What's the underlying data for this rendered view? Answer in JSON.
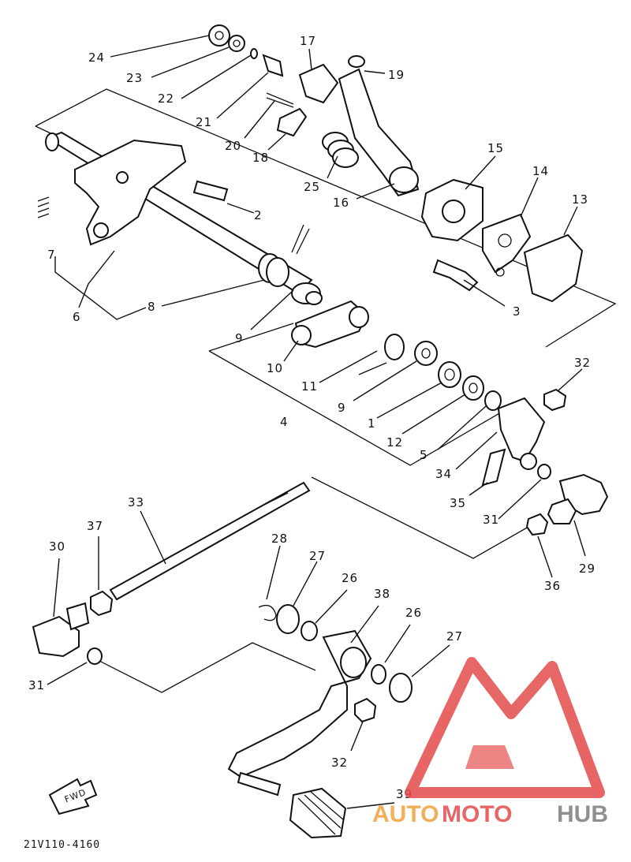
{
  "diagram": {
    "code": "21V110-4160",
    "fwd_label": "FWD",
    "callouts": [
      {
        "id": "c24",
        "text": "24"
      },
      {
        "id": "c23",
        "text": "23"
      },
      {
        "id": "c22",
        "text": "22"
      },
      {
        "id": "c21",
        "text": "21"
      },
      {
        "id": "c20",
        "text": "20"
      },
      {
        "id": "c18",
        "text": "18"
      },
      {
        "id": "c17",
        "text": "17"
      },
      {
        "id": "c19",
        "text": "19"
      },
      {
        "id": "c25",
        "text": "25"
      },
      {
        "id": "c16",
        "text": "16"
      },
      {
        "id": "c15",
        "text": "15"
      },
      {
        "id": "c14",
        "text": "14"
      },
      {
        "id": "c13",
        "text": "13"
      },
      {
        "id": "c2",
        "text": "2"
      },
      {
        "id": "c7",
        "text": "7"
      },
      {
        "id": "c6",
        "text": "6"
      },
      {
        "id": "c8",
        "text": "8"
      },
      {
        "id": "c3",
        "text": "3"
      },
      {
        "id": "c9a",
        "text": "9"
      },
      {
        "id": "c10",
        "text": "10"
      },
      {
        "id": "c11",
        "text": "11"
      },
      {
        "id": "c9b",
        "text": "9"
      },
      {
        "id": "c1",
        "text": "1"
      },
      {
        "id": "c12",
        "text": "12"
      },
      {
        "id": "c4",
        "text": "4"
      },
      {
        "id": "c5",
        "text": "5"
      },
      {
        "id": "c32a",
        "text": "32"
      },
      {
        "id": "c34",
        "text": "34"
      },
      {
        "id": "c35",
        "text": "35"
      },
      {
        "id": "c31a",
        "text": "31"
      },
      {
        "id": "c33",
        "text": "33"
      },
      {
        "id": "c37",
        "text": "37"
      },
      {
        "id": "c30",
        "text": "30"
      },
      {
        "id": "c28",
        "text": "28"
      },
      {
        "id": "c27a",
        "text": "27"
      },
      {
        "id": "c26a",
        "text": "26"
      },
      {
        "id": "c38",
        "text": "38"
      },
      {
        "id": "c26b",
        "text": "26"
      },
      {
        "id": "c27b",
        "text": "27"
      },
      {
        "id": "c36",
        "text": "36"
      },
      {
        "id": "c29",
        "text": "29"
      },
      {
        "id": "c31b",
        "text": "31"
      },
      {
        "id": "c32b",
        "text": "32"
      },
      {
        "id": "c39",
        "text": "39"
      }
    ]
  },
  "watermark": {
    "word_auto": "AUTO",
    "word_moto": "MOTO",
    "word_hub": "HUB",
    "color_red": "#e34b4b",
    "color_orange": "#f0a23c",
    "color_grey": "#7d7d7d"
  }
}
